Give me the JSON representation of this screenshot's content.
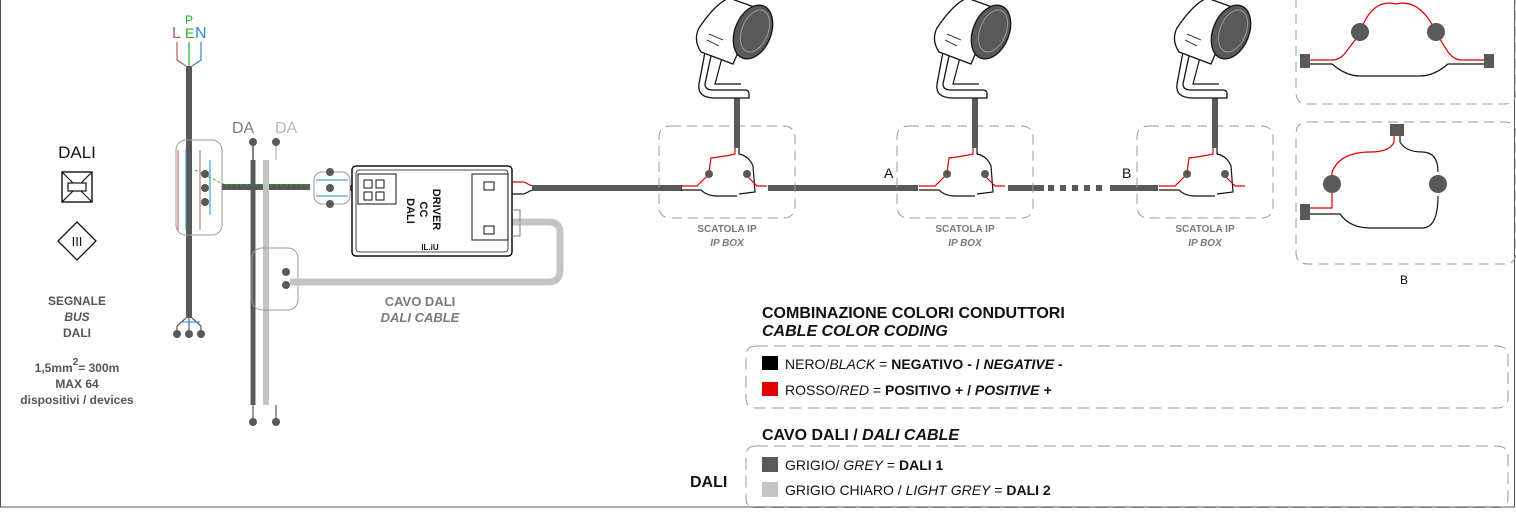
{
  "colors": {
    "dark_cable": "#595959",
    "light_cable": "#c4c4c4",
    "red": "#e00000",
    "black": "#000000",
    "phase": "#b06050",
    "earth": "#22b022",
    "neutral": "#2a8ad8",
    "grey_text": "#7a7a7a",
    "light_text": "#b8b8b8"
  },
  "mains": {
    "l": "L",
    "p": "P",
    "e": "E",
    "n": "N"
  },
  "dali_bus": {
    "da1": "DA",
    "da2": "DA"
  },
  "dali_symbol": {
    "title": "DALI",
    "class_mark": "III",
    "caption": [
      "SEGNALE",
      "BUS",
      "DALI",
      "1,5mm",
      "2",
      "= 300m",
      "MAX 64",
      "dispositivi / devices"
    ]
  },
  "driver": {
    "lines": [
      "DRIVER",
      "CC",
      "DALI"
    ],
    "brand": "IL.iU"
  },
  "dali_cable_label": {
    "it": "CAVO DALI",
    "en": "DALI CABLE"
  },
  "ip_boxes": [
    {
      "it": "SCATOLA IP",
      "en": "IP BOX"
    },
    {
      "it": "SCATOLA IP",
      "en": "IP BOX"
    },
    {
      "it": "SCATOLA IP",
      "en": "IP BOX"
    }
  ],
  "markers": {
    "a": "A",
    "b": "B",
    "detail_b": "B"
  },
  "legend": {
    "title_it": "COMBINAZIONE COLORI CONDUTTORI",
    "title_en": "CABLE COLOR CODING",
    "black_row": {
      "it": "NERO/",
      "en": "BLACK",
      "eq": " = ",
      "value_it": "NEGATIVO - / ",
      "value_en": "NEGATIVE -"
    },
    "red_row": {
      "it": "ROSSO/",
      "en": "RED",
      "eq": " = ",
      "value_it": "POSITIVO + / ",
      "value_en": "POSITIVE +"
    },
    "cable_title_it": "CAVO DALI / ",
    "cable_title_en": "DALI CABLE",
    "dali_side_label": "DALI",
    "grey_row": {
      "it": "GRIGIO/ ",
      "en": "GREY",
      "eq": " = ",
      "value": "DALI 1"
    },
    "light_grey_row": {
      "it": "GRIGIO CHIARO / ",
      "en": "LIGHT GREY",
      "eq": " = ",
      "value": "DALI 2"
    }
  }
}
